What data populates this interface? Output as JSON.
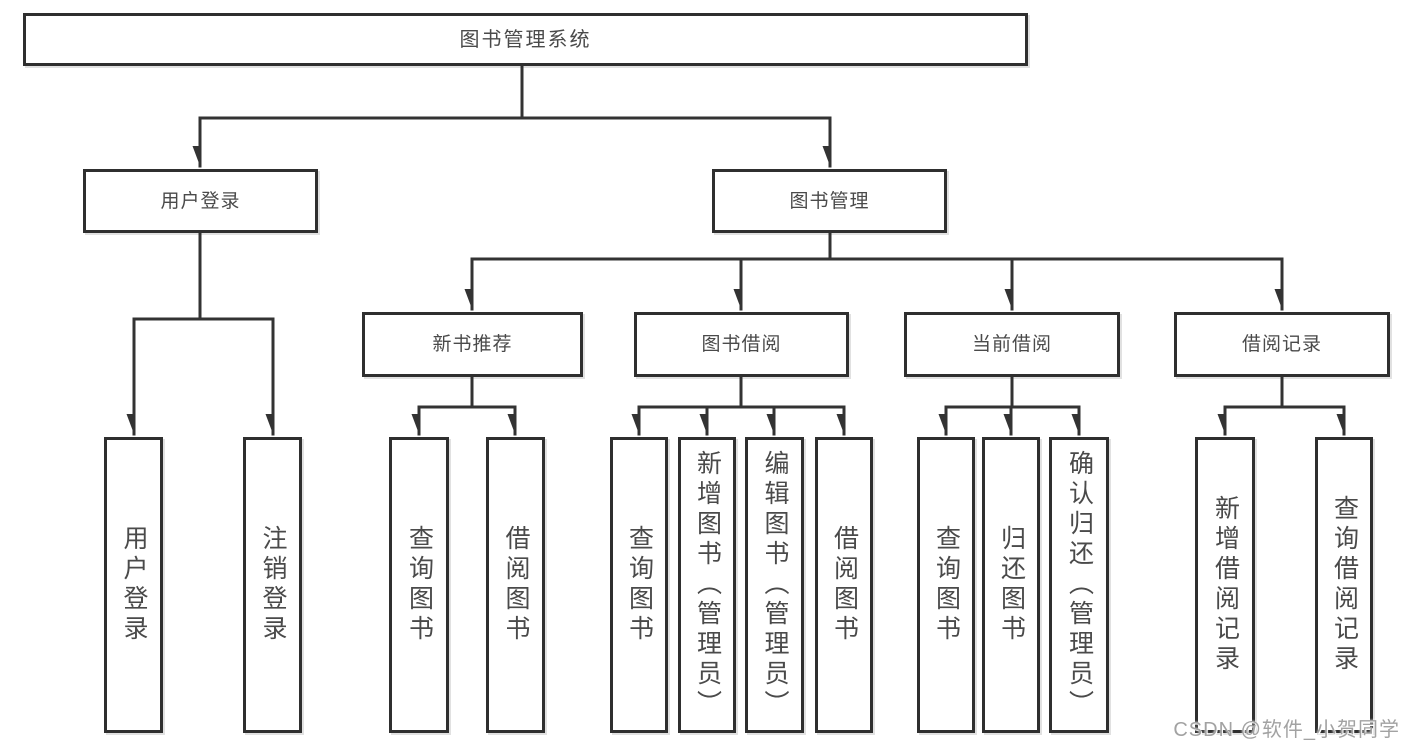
{
  "colors": {
    "line": "#333333",
    "border": "#2f2f2f",
    "text": "#4a4a4a",
    "watermark": "#a2a2a2",
    "bg": "#ffffff"
  },
  "watermark": {
    "text": "CSDN @软件_小贺同学"
  },
  "tree": {
    "root": {
      "label": "图书管理系统"
    },
    "user_login": {
      "label": "用户登录",
      "children": [
        {
          "label": "用户登录"
        },
        {
          "label": "注销登录"
        }
      ]
    },
    "book_management": {
      "label": "图书管理",
      "children_note": ""
    },
    "new_book_recommend": {
      "label": "新书推荐",
      "children": [
        {
          "label": "查询图书"
        },
        {
          "label": "借阅图书"
        }
      ]
    },
    "book_borrow": {
      "label": "图书借阅",
      "children": [
        {
          "label": "查询图书"
        },
        {
          "label": "新增图书（管理员）"
        },
        {
          "label": "编辑图书（管理员）"
        },
        {
          "label": "借阅图书"
        }
      ]
    },
    "current_borrow": {
      "label": "当前借阅",
      "children": [
        {
          "label": "查询图书"
        },
        {
          "label": "归还图书"
        },
        {
          "label": "确认归还（管理员）"
        }
      ]
    },
    "borrow_records": {
      "label": "借阅记录",
      "children": [
        {
          "label": "新增借阅记录"
        },
        {
          "label": "查询借阅记录"
        }
      ]
    }
  }
}
